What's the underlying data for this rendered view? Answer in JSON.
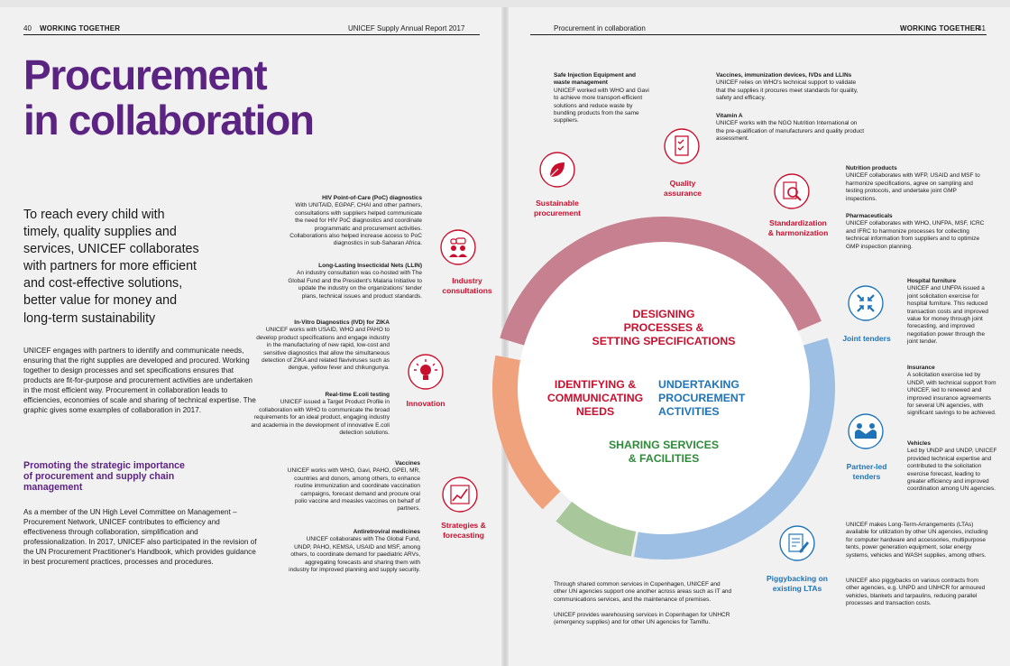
{
  "left_header": {
    "page_number": "40",
    "section": "WORKING TOGETHER",
    "report": "UNICEF Supply Annual Report 2017"
  },
  "right_header": {
    "topic": "Procurement in collaboration",
    "section": "WORKING TOGETHER",
    "page_number": "41"
  },
  "title": {
    "line1": "Procurement",
    "line2": "in collaboration"
  },
  "intro": {
    "lines": [
      "To reach every child with",
      "timely, quality supplies and",
      "services, UNICEF collaborates",
      "with partners for more efficient",
      "and cost-effective solutions,",
      "better value for money and",
      "long-term sustainability"
    ]
  },
  "body": {
    "paragraph1": "UNICEF engages with partners to identify and communicate needs, ensuring that the right supplies are developed and procured. Working together to design processes and set specifications ensures that products are fit-for-purpose and procurement activities are undertaken in the most efficient way. Procurement in collaboration leads to efficiencies, economies of scale and sharing of technical expertise. The graphic gives some examples of collaboration in 2017.",
    "subheading_line1": "Promoting the strategic importance",
    "subheading_line2": "of procurement and supply chain",
    "subheading_line3": "management",
    "paragraph2": "As a member of the UN High Level Committee on Management – Procurement Network, UNICEF contributes to efficiency and effectiveness through collaboration, simplification and professionalization. In 2017, UNICEF also participated in the revision of the UN Procurement Practitioner's Handbook, which provides guidance in best procurement practices, processes and procedures."
  },
  "wheel": {
    "colors": {
      "designing": "#c6808f",
      "undertaking": "#9dbfe4",
      "sharing": "#a8c79a",
      "identifying": "#f0a27d",
      "red_text": "#c8102e",
      "blue_text": "#1f74b8",
      "green_text": "#2f8a3a",
      "purple": "#5c2482"
    },
    "designing": {
      "line1": "DESIGNING",
      "line2": "PROCESSES &",
      "line3": "SETTING SPECIFICATIONS"
    },
    "identifying": {
      "line1": "IDENTIFYING &",
      "line2": "COMMUNICATING",
      "line3": "NEEDS"
    },
    "undertaking": {
      "line1": "UNDERTAKING",
      "line2": "PROCUREMENT",
      "line3": "ACTIVITIES"
    },
    "sharing": {
      "line1": "SHARING SERVICES",
      "line2": "& FACILITIES"
    }
  },
  "icons": {
    "industry": {
      "line1": "Industry",
      "line2": "consultations",
      "icon": "people-talking-icon"
    },
    "innovation": {
      "line1": "Innovation",
      "icon": "lightbulb-icon"
    },
    "strategies": {
      "line1": "Strategies &",
      "line2": "forecasting",
      "icon": "line-chart-icon"
    },
    "sustainable": {
      "line1": "Sustainable",
      "line2": "procurement",
      "icon": "leaf-icon"
    },
    "quality": {
      "line1": "Quality",
      "line2": "assurance",
      "icon": "checklist-icon"
    },
    "standardization": {
      "line1": "Standardization",
      "line2": "& harmonization",
      "icon": "magnifier-document-icon"
    },
    "joint_tenders": {
      "line1": "Joint tenders",
      "icon": "arrows-converge-icon"
    },
    "partner_led": {
      "line1": "Partner-led",
      "line2": "tenders",
      "icon": "handshake-icon"
    },
    "piggybacking": {
      "line1": "Piggybacking on",
      "line2": "existing LTAs",
      "icon": "document-pen-icon"
    }
  },
  "blocks": {
    "hiv": {
      "heading": "HIV Point-of-Care (PoC) diagnostics",
      "text": "With UNITAID, EGPAF, CHAI and other partners, consultations with suppliers helped communicate the need for HIV PoC diagnostics and coordinate programmatic and procurement activities. Collaborations also helped increase access to PoC diagnostics in sub-Saharan Africa."
    },
    "llin": {
      "heading": "Long-Lasting Insecticidal Nets (LLIN)",
      "text": "An industry consultation was co-hosted with The Global Fund and the President's Malaria Initiative to update the industry on the organizations' tender plans, technical issues and product standards."
    },
    "zika": {
      "heading": "In-Vitro Diagnostics (IVD) for ZIKA",
      "text": "UNICEF works with USAID, WHO and PAHO to develop product specifications and engage industry in the manufacturing of new rapid, low-cost and sensitive diagnostics that allow the simultaneous detection of ZIKA and related flaviviruses such as dengue, yellow fever and chikungunya."
    },
    "ecoli": {
      "heading": "Real-time E.coli testing",
      "text": "UNICEF issued a Target Product Profile in collaboration with WHO to communicate the broad requirements for an ideal product, engaging industry and academia in the development of innovative E.coli detection solutions."
    },
    "vaccines": {
      "heading": "Vaccines",
      "text": "UNICEF works with WHO, Gavi, PAHO, GPEI, MR, countries and donors, among others, to enhance routine immunization and coordinate vaccination campaigns, forecast demand and procure oral polio vaccine and measles vaccines on behalf of partners."
    },
    "arv": {
      "heading": "Antiretroviral medicines",
      "text": "UNICEF collaborates with The Global Fund, UNDP, PAHO, KEMSA, USAID and MSF, among others, to coordinate demand for paediatric ARVs, aggregating forecasts and sharing them with industry for improved planning and supply security."
    },
    "safe_injection": {
      "heading": "Safe Injection Equipment and waste management",
      "text": "UNICEF worked with WHO and Gavi to achieve more transport-efficient solutions and reduce waste by bundling products from the same suppliers."
    },
    "vaccines_devices": {
      "heading": "Vaccines, immunization devices, IVDs and LLINs",
      "text": "UNICEF relies on WHO's technical support to validate that the supplies it procures meet standards for quality, safety and efficacy."
    },
    "vitamin_a": {
      "heading": "Vitamin A",
      "text": "UNICEF works with the NGO Nutrition International on the pre-qualification of manufacturers and quality product assessment."
    },
    "nutrition": {
      "heading": "Nutrition products",
      "text": "UNICEF collaborates with WFP, USAID and MSF to harmonize specifications, agree on sampling and testing protocols, and undertake joint GMP inspections."
    },
    "pharma": {
      "heading": "Pharmaceuticals",
      "text": "UNICEF collaborates with WHO, UNFPA, MSF, ICRC and IFRC to harmonize processes for collecting technical information from suppliers and to optimize GMP inspection planning."
    },
    "hospital": {
      "heading": "Hospital furniture",
      "text": "UNICEF and UNFPA issued a joint solicitation exercise for hospital furniture. This reduced transaction costs and improved value for money through joint forecasting, and improved negotiation power through the joint tender."
    },
    "insurance": {
      "heading": "Insurance",
      "text": "A solicitation exercise led by UNDP, with technical support from UNICEF, led to renewed and improved insurance agreements for several UN agencies, with significant savings to be achieved."
    },
    "vehicles": {
      "heading": "Vehicles",
      "text": "Led by UNDP and UNDP, UNICEF provided technical expertise and contributed to the solicitation exercise forecast, leading to greater efficiency and improved coordination among UN agencies."
    },
    "lta1": {
      "text": "UNICEF makes Long-Term-Arrangements (LTAs) available for utilization by other UN agencies, including for computer hardware and accessories, multipurpose tents, power generation equipment, solar energy systems, vehicles and WASH supplies, among others."
    },
    "lta2": {
      "text": "UNICEF also piggybacks on various contracts from other agencies, e.g. UNPD and UNHCR for armoured vehicles, blankets and tarpaulins, reducing parallel processes and transaction costs."
    },
    "shared1": {
      "text": "Through shared common services in Copenhagen, UNICEF and other UN agencies support one another across areas such as IT and communications services, and the maintenance of premises."
    },
    "shared2": {
      "text": "UNICEF provides warehousing services in Copenhagen for UNHCR (emergency supplies) and for other UN agencies for Tamiflu."
    }
  }
}
